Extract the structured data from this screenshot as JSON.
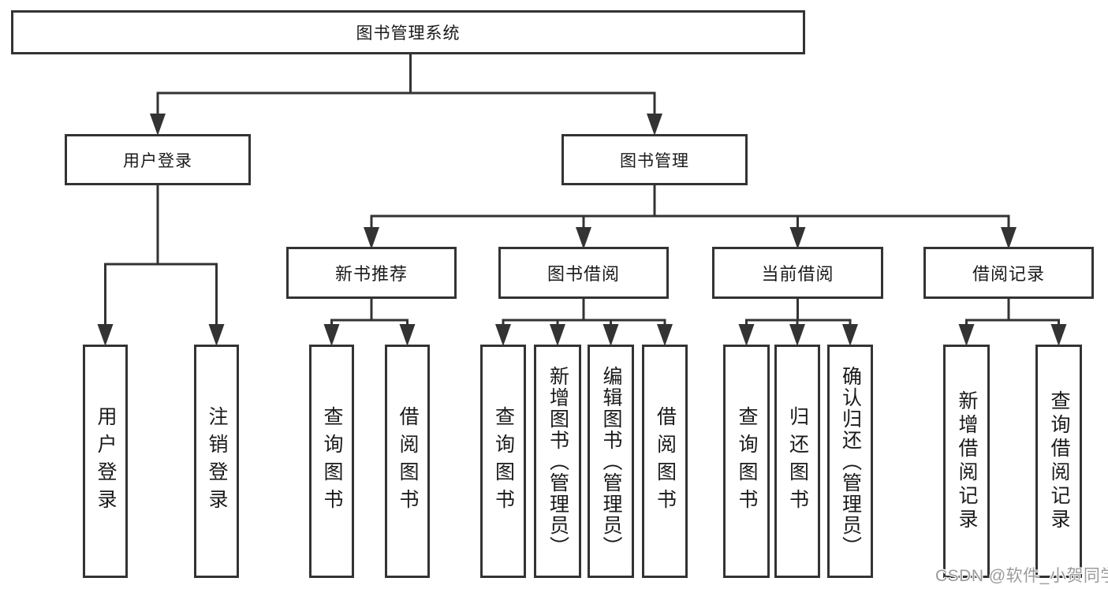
{
  "colors": {
    "line": "#333333",
    "text": "#1a1a1a",
    "background": "#ffffff",
    "watermark": "#9b9b9b"
  },
  "tree": {
    "label": "图书管理系统",
    "children": [
      {
        "label": "用户登录",
        "children": [
          {
            "label": "用户登录"
          },
          {
            "label": "注销登录"
          }
        ]
      },
      {
        "label": "图书管理",
        "children": [
          {
            "label": "新书推荐",
            "children": [
              {
                "label": "查询图书"
              },
              {
                "label": "借阅图书"
              }
            ]
          },
          {
            "label": "图书借阅",
            "children": [
              {
                "label": "查询图书"
              },
              {
                "label": "新增图书（管理员）"
              },
              {
                "label": "编辑图书（管理员）"
              },
              {
                "label": "借阅图书"
              }
            ]
          },
          {
            "label": "当前借阅",
            "children": [
              {
                "label": "查询图书"
              },
              {
                "label": "归还图书"
              },
              {
                "label": "确认归还（管理员）"
              }
            ]
          },
          {
            "label": "借阅记录",
            "children": [
              {
                "label": "新增借阅记录"
              },
              {
                "label": "查询借阅记录"
              }
            ]
          }
        ]
      }
    ]
  },
  "watermark": {
    "text": "CSDN @软件_小贺同学"
  }
}
